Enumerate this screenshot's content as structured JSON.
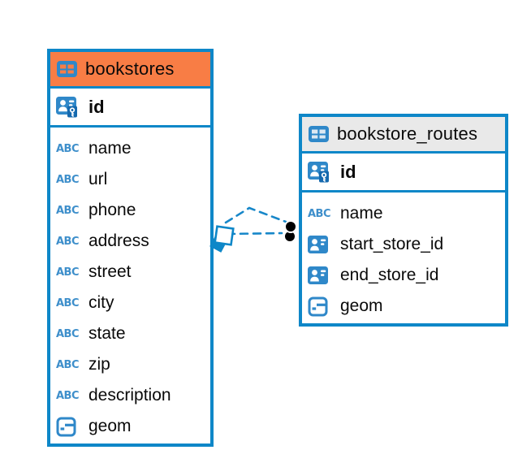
{
  "colors": {
    "table_border": "#0E87C8",
    "icon_blue": "#2F88C9",
    "key_chip_blue": "#1569AE",
    "bookstores_header": "#F87D45",
    "routes_header": "#E9E9E9",
    "relationship_line": "#1787C9",
    "marker_dot": "#000000"
  },
  "icons": {
    "text_type_label": "ABC"
  },
  "tables": [
    {
      "name": "bookstores",
      "primary_key": "id",
      "columns": [
        {
          "name": "name",
          "type": "text"
        },
        {
          "name": "url",
          "type": "text"
        },
        {
          "name": "phone",
          "type": "text"
        },
        {
          "name": "address",
          "type": "text"
        },
        {
          "name": "street",
          "type": "text"
        },
        {
          "name": "city",
          "type": "text"
        },
        {
          "name": "state",
          "type": "text"
        },
        {
          "name": "zip",
          "type": "text"
        },
        {
          "name": "description",
          "type": "text"
        },
        {
          "name": "geom",
          "type": "geometry"
        }
      ]
    },
    {
      "name": "bookstore_routes",
      "primary_key": "id",
      "columns": [
        {
          "name": "name",
          "type": "text"
        },
        {
          "name": "start_store_id",
          "type": "reference"
        },
        {
          "name": "end_store_id",
          "type": "reference"
        },
        {
          "name": "geom",
          "type": "geometry"
        }
      ]
    }
  ],
  "relationship": {
    "from_table": "bookstore_routes",
    "to_table": "bookstores",
    "line_style": "dashed"
  }
}
